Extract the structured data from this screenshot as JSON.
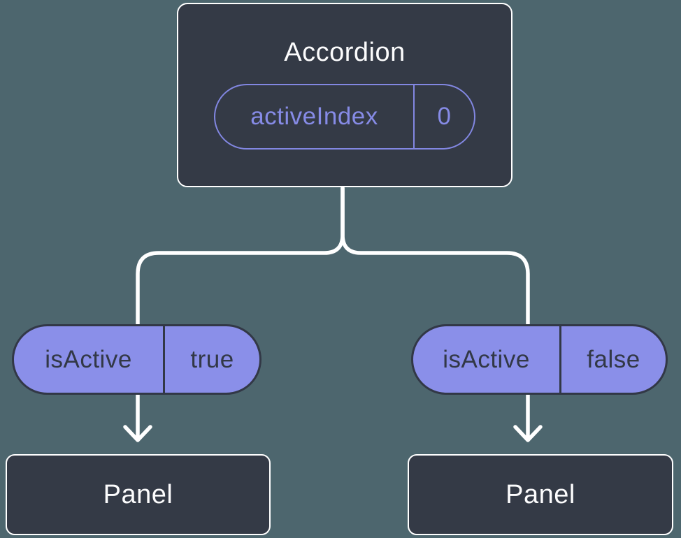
{
  "colors": {
    "background": "#4d666e",
    "node_fill": "#343a46",
    "node_border": "#ffffff",
    "pill_fill": "#8a8fe9",
    "purple_accent": "#8287e2",
    "dark_text": "#323846",
    "connector_line": "#ffffff",
    "title_text": "#fcfcfd"
  },
  "accordion": {
    "title": "Accordion",
    "state": {
      "name": "activeIndex",
      "value": "0"
    }
  },
  "panels": [
    {
      "title": "Panel",
      "prop": {
        "name": "isActive",
        "value": "true"
      }
    },
    {
      "title": "Panel",
      "prop": {
        "name": "isActive",
        "value": "false"
      }
    }
  ]
}
